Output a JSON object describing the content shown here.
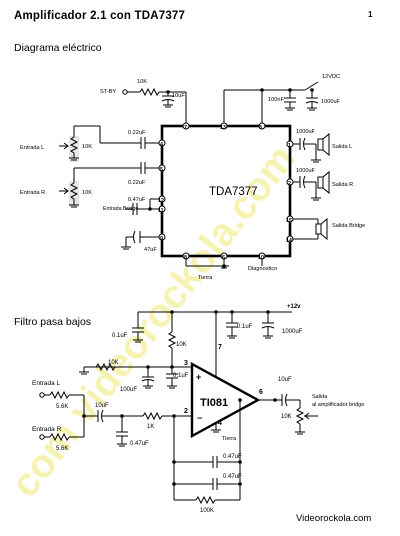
{
  "header": {
    "title": "Amplificador  2.1 con TDA7377",
    "page_number": "1"
  },
  "sections": {
    "schematic_title": "Diagrama eléctrico",
    "filter_title": "Filtro pasa bajos"
  },
  "footer": {
    "site": "Videorockola.com"
  },
  "watermark": "com  videorockola.com",
  "amp": {
    "ic": "TDA7377",
    "standby": "ST-BY",
    "vcc": "12VDC",
    "entrada_l": "Entrada L",
    "entrada_r": "Entrada R",
    "entrada_bridge": "Entrada Bridge",
    "salida_l": "Salida L",
    "salida_r": "Salida R",
    "salida_bridge": "Salida Bridge",
    "tierra": "Tierra",
    "diagnostico": "Diagnostico",
    "r_standby": "10K",
    "c_standby": "10uF",
    "c_supply1": "100nF",
    "c_supply2": "1000uF",
    "pot_l": "10K",
    "pot_r": "10K",
    "c_in_l": "0.22uF",
    "c_in_r": "0.22uF",
    "c_bridge": "0.47uF",
    "c_svr": "47uF",
    "c_out_l": "1000uF",
    "c_out_r": "1000uF",
    "pins": {
      "p1": "1",
      "p2": "2",
      "p3": "3",
      "p4": "4",
      "p5": "5",
      "p6": "6",
      "p7": "7",
      "p8": "8",
      "p9": "9",
      "p10": "10",
      "p11": "11",
      "p12": "12",
      "p13": "13",
      "p14": "14",
      "p15": "15"
    }
  },
  "filter": {
    "ic": "TI081",
    "vplus": "+12v",
    "entrada_l": "Entrada L",
    "entrada_r": "Entrada R",
    "salida": "Salida al amplificador bridge",
    "tierra": "Tierra",
    "c1": "0.1uF",
    "r_top": "10K",
    "r_div": "10K",
    "c_100u": "100uF",
    "c_01b": "0.1uF",
    "c_in": "10uF",
    "r_in_l": "5.6K",
    "r_in_r": "5.6K",
    "r_1k": "1K",
    "c_047a": "0.47uF",
    "c_047b": "0.47uF",
    "c_047c": "0.47uF",
    "r_fb": "100K",
    "c_vcc1": "0.1uF",
    "c_vcc2": "1000uF",
    "c_out": "10uF",
    "pot_out": "10K",
    "pins": {
      "p2": "2",
      "p3": "3",
      "p4": "4",
      "p6": "6",
      "p7": "7"
    }
  }
}
